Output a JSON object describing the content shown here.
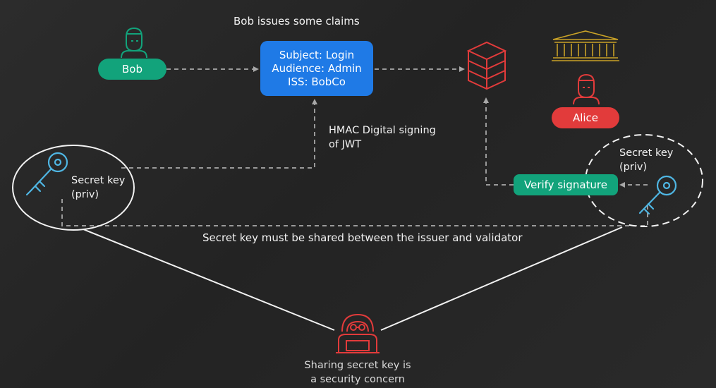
{
  "title": "Bob issues some claims",
  "bob_label": "Bob",
  "alice_label": "Alice",
  "claims": {
    "subject": "Subject: Login",
    "audience": "Audience: Admin",
    "iss": "ISS: BobCo"
  },
  "hmac_label_line1": "HMAC Digital signing",
  "hmac_label_line2": "of JWT",
  "left_key_line1": "Secret key",
  "left_key_line2": "(priv)",
  "right_key_line1": "Secret key",
  "right_key_line2": "(priv)",
  "verify_label": "Verify signature",
  "shared_note": "Secret key must be shared between the issuer and validator",
  "concern_line1": "Sharing secret key is",
  "concern_line2": "a security concern",
  "colors": {
    "green": "#12a37b",
    "blue": "#1f7ae6",
    "red": "#e23b3b",
    "key_blue": "#4fb6e3",
    "gold": "#c9a227",
    "dashed": "#9a9a9a"
  },
  "icons": [
    "bob-person-icon",
    "database-icon",
    "bank-icon",
    "alice-person-icon",
    "left-key-icon",
    "right-key-icon",
    "hacker-icon"
  ]
}
